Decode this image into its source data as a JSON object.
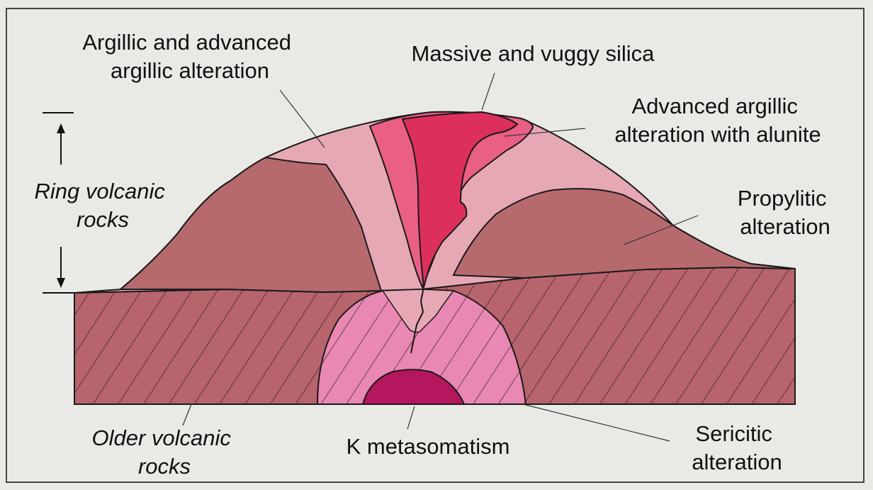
{
  "labels": {
    "argillic": [
      "Argillic and advanced",
      "argillic alteration"
    ],
    "silica": [
      "Massive and vuggy silica"
    ],
    "alunite": [
      "Advanced argillic",
      "alteration with alunite"
    ],
    "ring_volcanic": [
      "Ring volcanic",
      "rocks"
    ],
    "propylitic": [
      "Propylitic",
      "alteration"
    ],
    "older_volcanic": [
      "Older volcanic",
      "rocks"
    ],
    "k_metasomatism": [
      "K metasomatism"
    ],
    "sericitic": [
      "Sericitic",
      "alteration"
    ]
  },
  "colors": {
    "background": "#e9e9e6",
    "older_rocks": "#b8646c",
    "propylitic": "#b66a6e",
    "argillic": "#e7a8b6",
    "advanced_argillic_alunite": "#e95f86",
    "silica": "#dc2f5c",
    "sericitic": "#e988b2",
    "k_metasomatism": "#b5175e"
  }
}
